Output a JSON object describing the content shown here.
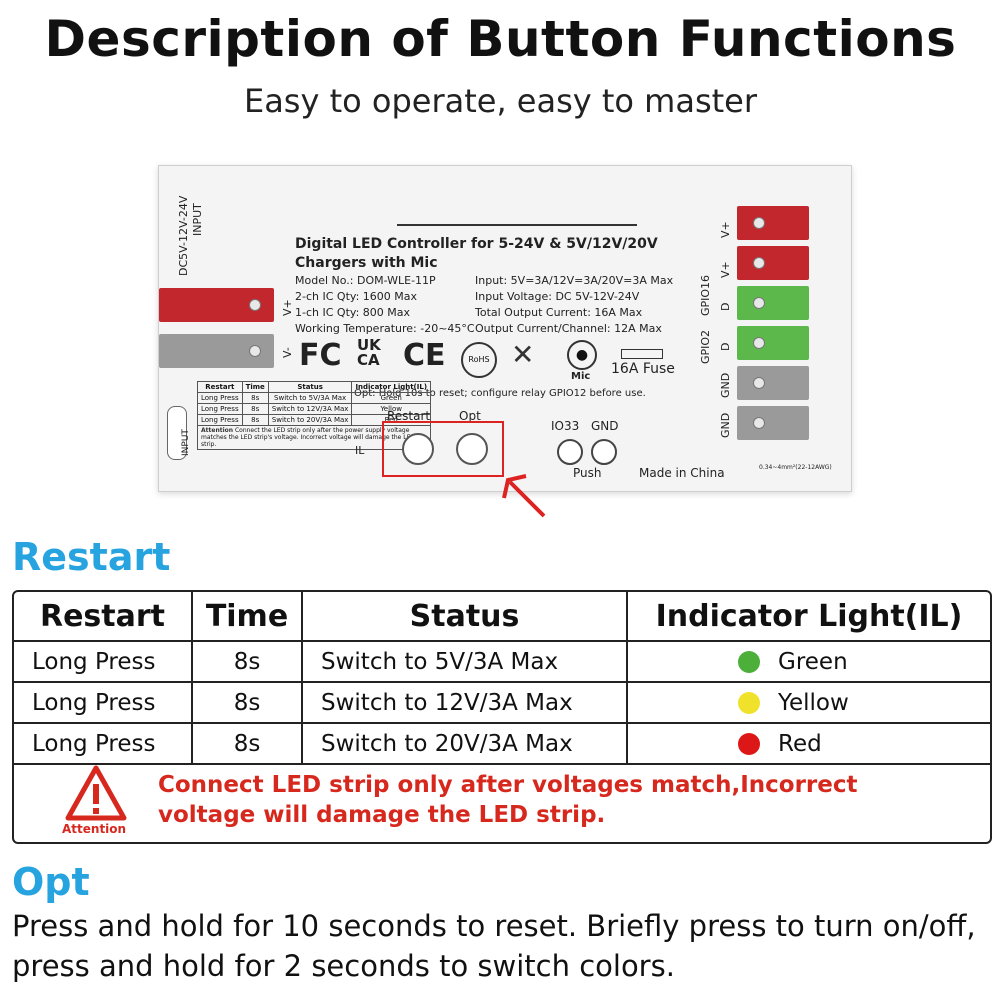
{
  "header": {
    "title": "Description of Button Functions",
    "subtitle": "Easy to operate, easy to master"
  },
  "device": {
    "input_label_left": "INPUT",
    "input_voltage_left": "DC5V-12V-24V",
    "product_title_1": "Digital LED Controller for 5-24V & 5V/12V/20V",
    "product_title_2": "Chargers with Mic",
    "model": "Model No.: DOM-WLE-11P",
    "ic2": "2-ch IC Qty: 1600 Max",
    "ic1": "1-ch IC Qty: 800 Max",
    "temp": "Working Temperature: -20~45°C",
    "input_spec": "Input: 5V=3A/12V=3A/20V=3A Max",
    "input_voltage": "Input Voltage: DC 5V-12V-24V",
    "total_current": "Total Output Current: 16A Max",
    "channel_current": "Output Current/Channel: 12A Max",
    "cert_fc": "FC",
    "cert_ukca_1": "UK",
    "cert_ukca_2": "CA",
    "cert_ce": "CE",
    "cert_rohs": "RoHS",
    "mic_label": "Mic",
    "fuse_label": "16A Fuse",
    "opt_note": "Opt: Hold 10s to reset; configure relay GPIO12 before use.",
    "restart_label": "Restart",
    "opt_label": "Opt",
    "io33_label": "IO33",
    "gnd_label": "GND",
    "push_label": "Push",
    "made_in": "Made in China",
    "wire_spec": "0.34~4mm²(22-12AWG)",
    "il_label": "IL",
    "usb_label": "INPUT",
    "v_plus_left": "V+",
    "v_minus_left": "V-",
    "right_labels": [
      "V+",
      "V+",
      "D",
      "D",
      "GND",
      "GND"
    ],
    "gpio2": "GPIO2",
    "gpio16": "GPIO16",
    "mini_table": {
      "headers": [
        "Restart",
        "Time",
        "Status",
        "Indicator Light(IL)"
      ],
      "rows": [
        [
          "Long Press",
          "8s",
          "Switch to 5V/3A Max",
          "Green"
        ],
        [
          "Long Press",
          "8s",
          "Switch to 12V/3A Max",
          "Yellow"
        ],
        [
          "Long Press",
          "8s",
          "Switch to 20V/3A Max",
          "Red"
        ]
      ],
      "attention_note": "Connect the LED strip only after the power supply voltage matches the LED strip's voltage. Incorrect voltage will damage the LED strip.",
      "attention_label": "Attention"
    }
  },
  "restart_section": {
    "heading": "Restart",
    "headers": [
      "Restart",
      "Time",
      "Status",
      "Indicator Light(IL)"
    ],
    "rows": [
      {
        "action": "Long Press",
        "time": "8s",
        "status": "Switch to 5V/3A Max",
        "light": "Green",
        "color": "#4caf3a"
      },
      {
        "action": "Long Press",
        "time": "8s",
        "status": "Switch to 12V/3A Max",
        "light": "Yellow",
        "color": "#f0e22a"
      },
      {
        "action": "Long Press",
        "time": "8s",
        "status": "Switch to 20V/3A Max",
        "light": "Red",
        "color": "#dd1717"
      }
    ],
    "warning": "Connect LED strip only after voltages match,Incorrect voltage will damage the LED strip.",
    "attention": "Attention"
  },
  "opt_section": {
    "heading": "Opt",
    "text": "Press and hold for 10 seconds to reset. Briefly press to turn on/off, press and hold for 2 seconds to switch colors."
  },
  "colors": {
    "accent": "#27a3e0",
    "warning": "#d7281e"
  }
}
